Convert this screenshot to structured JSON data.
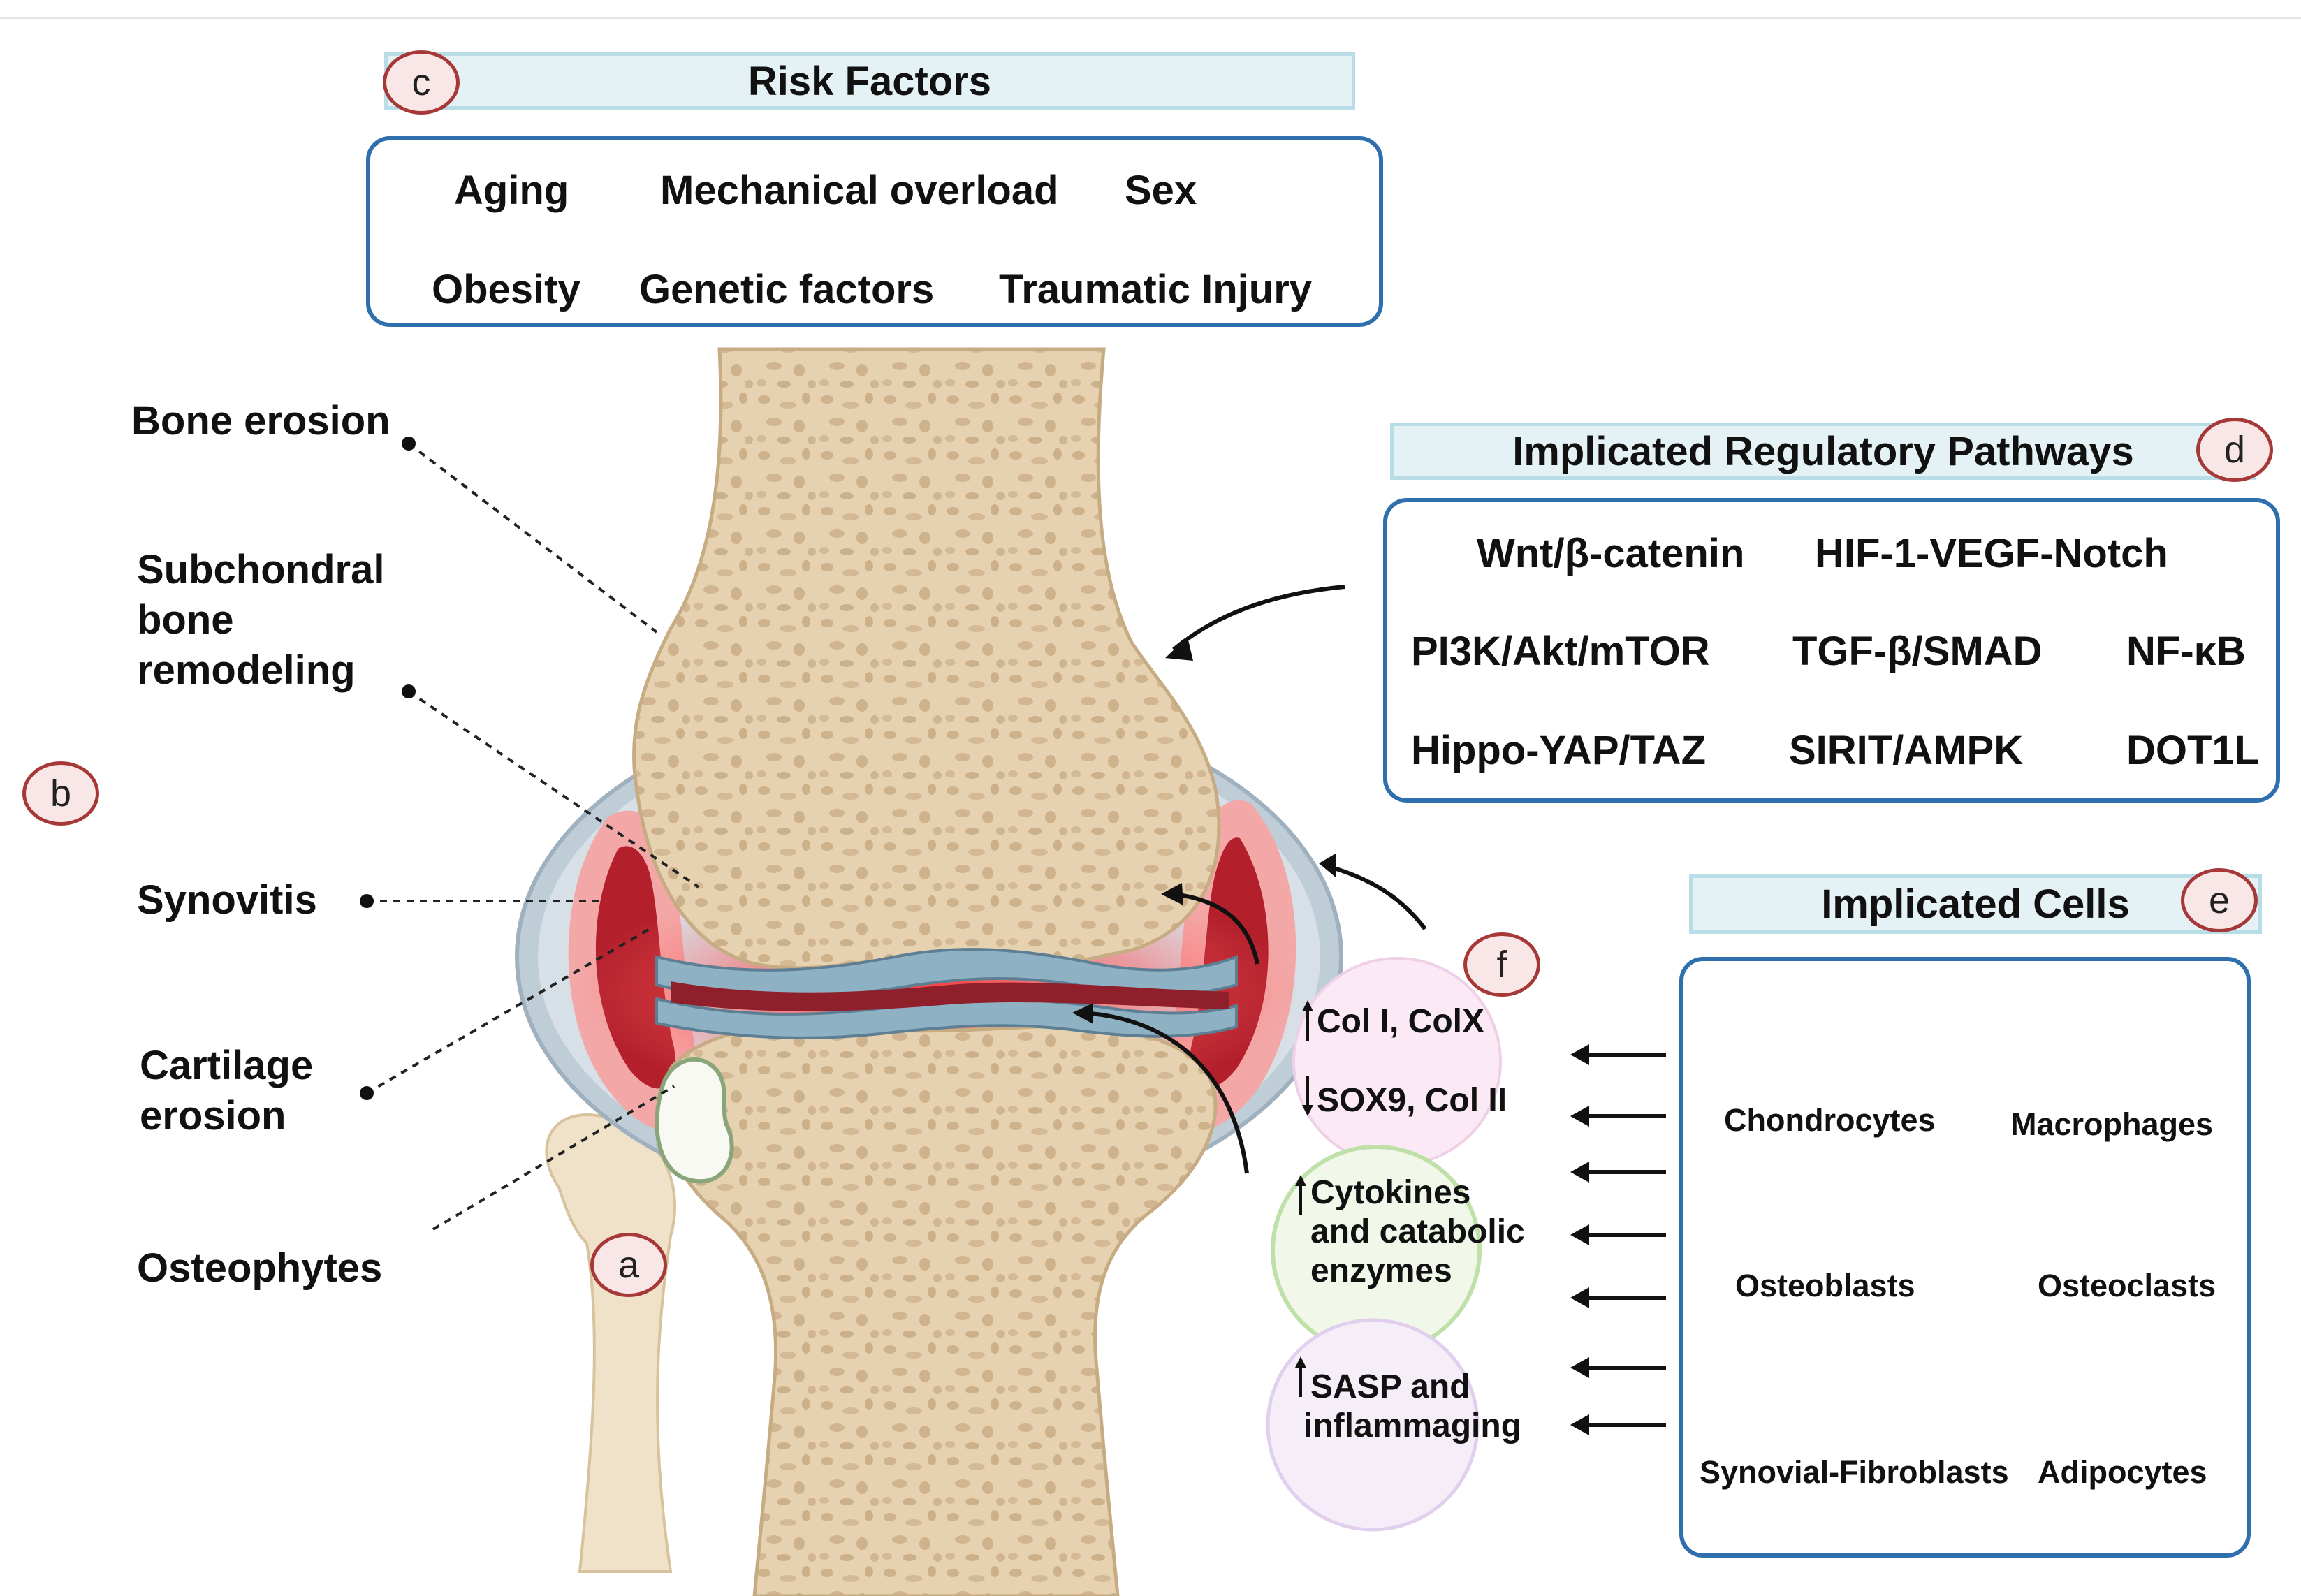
{
  "risk": {
    "badge": "c",
    "title": "Risk Factors",
    "items": [
      "Aging",
      "Mechanical overload",
      "Sex",
      "Obesity",
      "Genetic factors",
      "Traumatic Injury"
    ]
  },
  "pathways": {
    "badge": "d",
    "title": "Implicated Regulatory Pathways",
    "items": [
      "Wnt/β-catenin",
      "HIF-1-VEGF-Notch",
      "PI3K/Akt/mTOR",
      "TGF-β/SMAD",
      "NF-κB",
      "Hippo-YAP/TAZ",
      "SIRIT/AMPK",
      "DOT1L"
    ]
  },
  "cells": {
    "badge": "e",
    "title": "Implicated Cells",
    "items": [
      "Chondrocytes",
      "Macrophages",
      "Osteoblasts",
      "Osteoclasts",
      "Synovial-Fibroblasts",
      "Adipocytes"
    ]
  },
  "joint": {
    "badge_a": "a",
    "badge_b": "b",
    "labels": {
      "bone_erosion": "Bone erosion",
      "subchondral": "Subchondral bone remodeling",
      "synovitis": "Synovitis",
      "cartilage": "Cartilage erosion",
      "osteophytes": "Osteophytes"
    }
  },
  "changes": {
    "badge": "f",
    "col": "Col I, ColX",
    "sox": "SOX9, Col II",
    "cyt1": "Cytokines",
    "cyt2": "and catabolic",
    "cyt3": "enzymes",
    "sasp1": "SASP and",
    "sasp2": "inflammaging"
  },
  "colors": {
    "panel_border": "#2f6fae",
    "header_fill": "#e4f2f6",
    "bone": "#e8d5b5",
    "synovium": "#c7d3dc",
    "inflammation": "#e23a3a",
    "badge_border": "#a73838"
  }
}
